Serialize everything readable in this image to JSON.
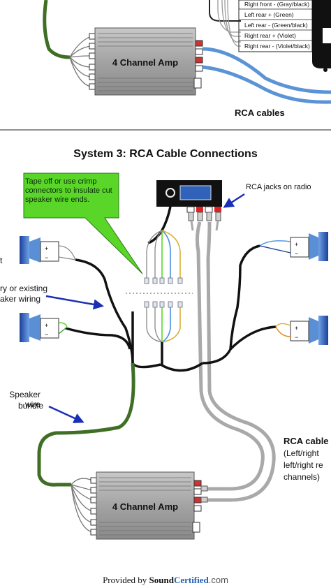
{
  "top_wire_labels": [
    "Right front - (Gray/black)",
    "Left rear + (Green)",
    "Left rear - (Green/black)",
    "Right rear + (Violet)",
    "Right rear - (Violet/black)"
  ],
  "top_amp_label": "4 Channel Amp",
  "top_rca_label": "RCA cables",
  "section_title": "System 3: RCA Cable Connections",
  "callout_text": "Tape off or use crimp connectors to insulate cut speaker wire ends.",
  "rca_jacks_label": "RCA jacks on radio",
  "left_label_1": "t",
  "left_label_2_line1": "ry or existing",
  "left_label_2_line2": "aker wiring",
  "speaker_bundle_line1": "Speaker wire",
  "speaker_bundle_line2": "bundle",
  "rca_cable_line1": "RCA cable",
  "rca_cable_line2": "(Left/right",
  "rca_cable_line3": "left/right re",
  "rca_cable_line4": "channels)",
  "bottom_amp_label": "4 Channel Amp",
  "footer_prefix": "Provided by",
  "footer_brand_a": "Sound",
  "footer_brand_b": "Certified",
  "footer_brand_c": ".com",
  "colors": {
    "green_wire": "#3f6e25",
    "blue_rca": "#5a93d6",
    "gray_rca": "#a9a9a9",
    "callout_bg": "#5ad629",
    "arrow_blue": "#1b2fb5",
    "brand_blue": "#1e5fb0"
  }
}
